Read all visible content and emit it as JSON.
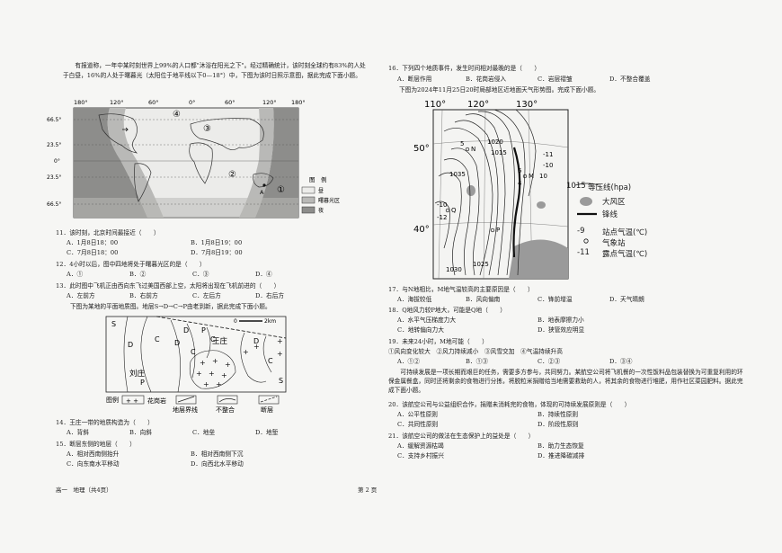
{
  "left": {
    "intro1": "有报道称，一年中某时刻世界上99%的人口都\"沐浴在阳光之下\"。经过精确统计，该时刻全球约有83%的人处于白昼，16%的人处于曙暮光（太阳位于地平线以下0—18°）中，下图为该时日照示意图，据此完成下面小题。",
    "map1": {
      "top_lons": [
        "180°",
        "120°",
        "60°",
        "0°",
        "60°",
        "120°",
        "180°"
      ],
      "lats": [
        "66.5°",
        "23.5°",
        "0°",
        "23.5°",
        "66.5°"
      ],
      "markers": [
        "④",
        "③",
        "②",
        "①"
      ],
      "point": "A",
      "legend_title": "图　例",
      "legend": [
        "昼",
        "曙暮光区",
        "夜"
      ]
    },
    "q11": "11．该时刻，北京时间最接近（　　）",
    "q11_opts": [
      "A．1月8日18：00",
      "B．1月8日19：00",
      "C．7月8日18：00",
      "D．7月8日19：00"
    ],
    "q12": "12．4小时以后，图中四地将处于曙暮光区的是（　　）",
    "q12_opts": [
      "A．①",
      "B．②",
      "C．③",
      "D．④"
    ],
    "q13": "13．此时图中飞机正由西向东飞过美国西部上空，太阳将出现在飞机前进的（　　）",
    "q13_opts": [
      "A．左前方",
      "B．右前方",
      "C．左后方",
      "D．右后方"
    ],
    "intro2": "下图为某地的平面地质图。地层S→D→C→P由老到新，据此完成下面小题。",
    "geomap": {
      "labels_s": [
        "S",
        "S"
      ],
      "labels_d": [
        "D",
        "D",
        "D",
        "D"
      ],
      "labels_c": [
        "C",
        "C",
        "C",
        "C"
      ],
      "labels_p": [
        "P",
        "P"
      ],
      "scale_zero": "0",
      "scale_label": "2km",
      "town1": "王庄",
      "town2": "刘庄",
      "legend_lead": "图例",
      "legend": [
        "花岗岩",
        "地层界线",
        "不整合",
        "断层"
      ]
    },
    "q14": "14．王庄一带的地质构造为（　　）",
    "q14_opts": [
      "A．背斜",
      "B．向斜",
      "C．地垒",
      "D．地堑"
    ],
    "q15": "15．断层东侧的地层（　　）",
    "q15_opts": [
      "A．相对西南侧抬升",
      "B．相对西南侧下沉",
      "C．向东南水平移动",
      "D．向西北水平移动"
    ],
    "footer_left": "高一　地理（共4页）",
    "footer_center": "第 2 页"
  },
  "right": {
    "q16": "16．下列四个地质事件，发生时间相对最晚的是（　　）",
    "q16_opts": [
      "A．断层作用",
      "B．花岗岩侵入",
      "C．岩层褶皱",
      "D．不整合覆盖"
    ],
    "intro3": "下图为2024年11月25日20时局部地区近地面天气形势图。完成下面小题。",
    "wmap": {
      "lon_labels": [
        "110°",
        "120°",
        "130°"
      ],
      "lat_labels": [
        "50°",
        "40°"
      ],
      "isobars": [
        "1020",
        "1015",
        "1035",
        "1025",
        "1030"
      ],
      "m_label": "M",
      "n_label": "N",
      "q_label": "Q",
      "p_label": "P",
      "stations": [
        "5",
        "4",
        "5",
        "-10",
        "-12",
        "-11",
        "-10",
        "10"
      ],
      "legend": [
        "1015",
        "等压线(hpa)",
        "大风区",
        "锋线",
        "-9",
        "站点气温(℃)",
        "气象站",
        "-11",
        "露点气温(℃)"
      ]
    },
    "q17": "17．与N地相比，M地气温较高的主要原因是（　　）",
    "q17_opts": [
      "A．海拔较低",
      "B．风向偏南",
      "C．锋前增温",
      "D．天气晴朗"
    ],
    "q18": "18．Q地风力较P地大，可能是Q地（　　）",
    "q18_opts": [
      "A．水平气压梯度力大",
      "B．地表摩擦力小",
      "C．地转偏向力大",
      "D．狭管效应明显"
    ],
    "q19": "19．未来24小时，M地可能（　　）",
    "q19_items": "①风向变化较大　②风力持续减小　③风雪交加　④气温持续升高",
    "q19_opts": [
      "A．①②",
      "B．①③",
      "C．②③",
      "D．③④"
    ],
    "intro4": "可持续发展是一项长期而艰巨的任务，需要多方参与，共同努力。某航空公司将飞机餐的一次性饭料品包装替换为可重复利用的环保金属餐盒，同时还将剩余的食物进行分拣，将脱粒米捐赠给当地需要救助的人，将其余的食物进行堆肥，用作社区菜园肥料。据此完成下面小题。",
    "q20": "20．该航空公司与公益组织合作，捐赠未消耗完的食物，体现的可持续发展原则是（　　）",
    "q20_opts": [
      "A．公平性原则",
      "B．持续性原则",
      "C．共同性原则",
      "D．阶段性原则"
    ],
    "q21": "21．该航空公司的做法在生态保护上的益处是（　　）",
    "q21_opts": [
      "A．缓解资源枯竭",
      "B．助力生态恢复",
      "C．支持乡村振兴",
      "D．推进降碳减排"
    ]
  },
  "colors": {
    "day": "#ececea",
    "twilight": "#b9b9b7",
    "night": "#8d8d8b",
    "ink": "#1b1b1b",
    "storm": "#9a9a9a"
  }
}
